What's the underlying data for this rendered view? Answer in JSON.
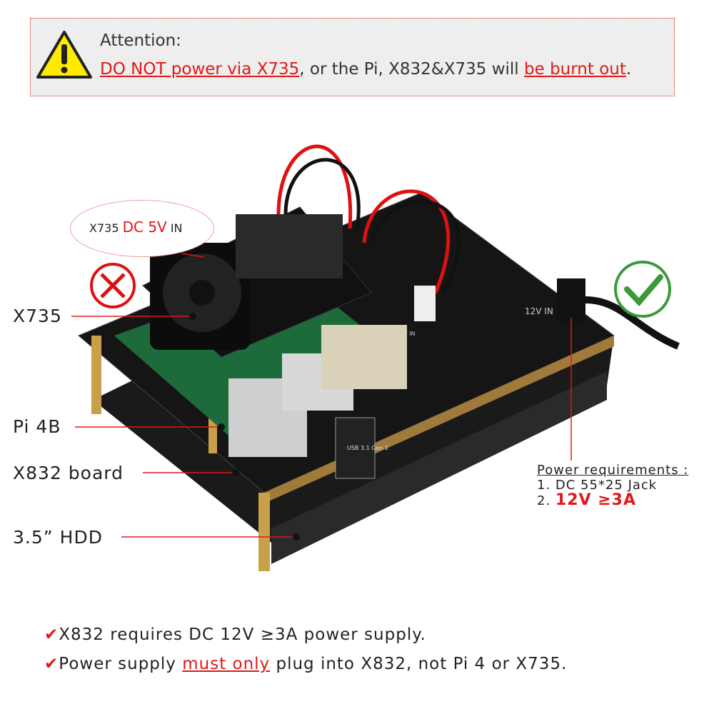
{
  "banner": {
    "title": "Attention:",
    "warning_red_1": "DO NOT power via X735",
    "warning_mid": ", or the Pi, X832&X735 will ",
    "warning_red_2": "be burnt out",
    "warning_end": "."
  },
  "callout": {
    "prefix": "X735 ",
    "highlight": "DC 5V",
    "suffix": " IN"
  },
  "labels": {
    "x735": "X735",
    "pi": "Pi 4B",
    "x832": "X832 board",
    "hdd": "3.5” HDD"
  },
  "board_text": {
    "usb": "USB 3.1 Gen 1",
    "in12": "12V IN",
    "in5": "5V IN"
  },
  "power": {
    "title": "Power requirements :",
    "item1": "1. DC 55*25 Jack",
    "item2_prefix": "2. ",
    "item2_value": "12V ≥3A"
  },
  "notes": {
    "check": "✔",
    "line1": "X832 requires DC 12V ≥3A power supply.",
    "line2_a": "Power supply ",
    "line2_red": "must only",
    "line2_b": " plug into X832, not Pi 4 or X735."
  },
  "colors": {
    "red": "#e01818",
    "green": "#3a9a3a",
    "warning_yellow": "#ffea00"
  }
}
